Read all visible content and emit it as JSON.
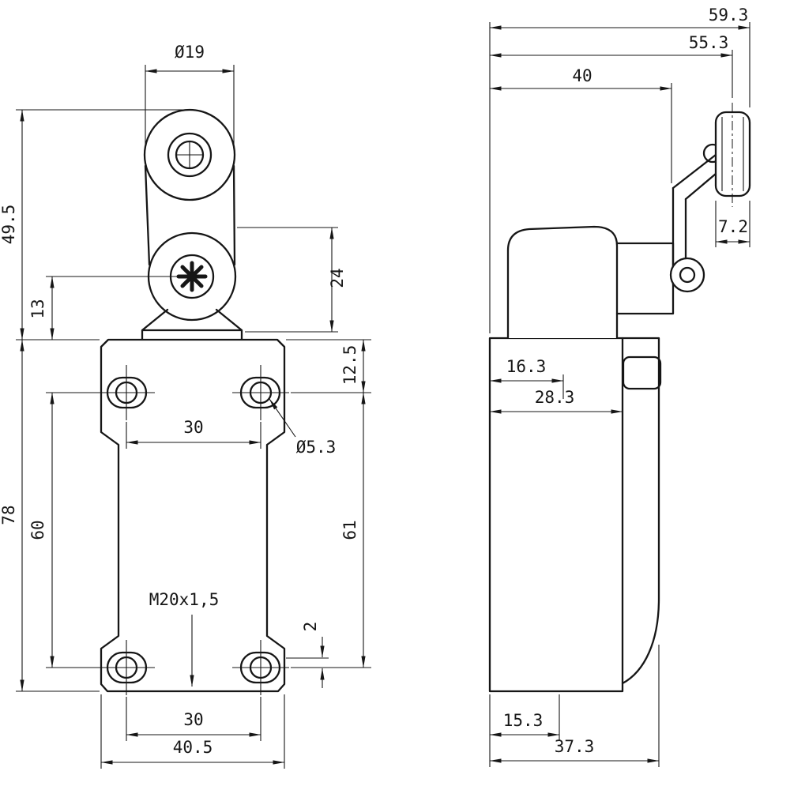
{
  "page": {
    "background": "#ffffff",
    "line_color": "#161616",
    "drawing_type": "limit-switch-with-roller-lever-dimension-drawing"
  },
  "front_view": {
    "dimensions": {
      "roller_diameter": "Ø19",
      "lever_height": "49.5",
      "pivot_to_top": "13",
      "body_height": "78",
      "hole_spacing_left": "60",
      "head_height": "24",
      "top_to_hole": "12.5",
      "hole_diameter": "Ø5.3",
      "hole_spacing_top": "30",
      "hole_span_right": "61",
      "hole_edge_offset": "2",
      "conduit_thread": "M20x1,5",
      "hole_spacing_bottom": "30",
      "body_width": "40.5"
    }
  },
  "side_view": {
    "dimensions": {
      "overall_depth": "59.3",
      "roller_plane": "55.3",
      "housing_depth": "40",
      "roller_width": "7.2",
      "front_offset": "16.3",
      "lever_plane": "28.3",
      "bottom_offset": "15.3",
      "base_depth": "37.3"
    }
  }
}
